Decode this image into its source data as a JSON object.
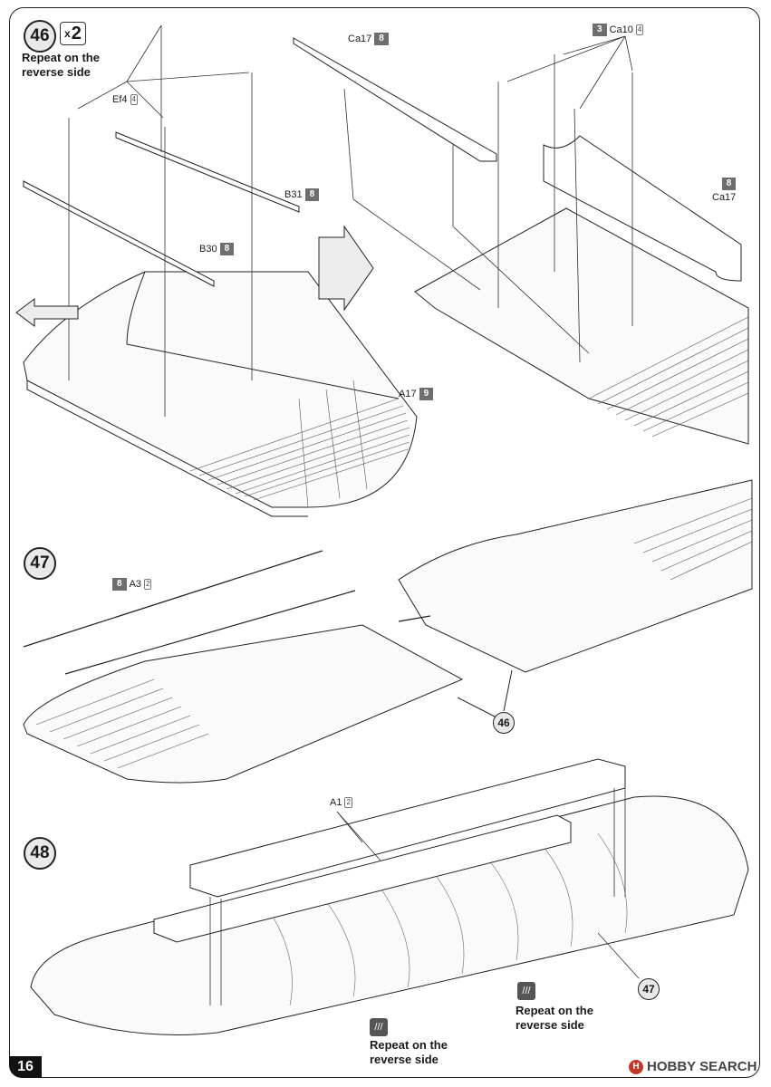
{
  "page_number": "16",
  "watermark": "HOBBY SEARCH",
  "watermark_logo_letter": "H",
  "steps": [
    {
      "number": "46",
      "multiplier_prefix": "x",
      "multiplier_value": "2",
      "note": "Repeat on the reverse side",
      "labels": [
        {
          "part": "Ef4",
          "qty": "4",
          "badge": ""
        },
        {
          "part": "B31",
          "qty": "",
          "badge": "8"
        },
        {
          "part": "B30",
          "qty": "",
          "badge": "8"
        },
        {
          "part": "A17",
          "qty": "",
          "badge": "9"
        },
        {
          "part": "Ca17",
          "qty": "",
          "badge": "8"
        },
        {
          "part": "Ca10",
          "qty": "4",
          "badge": "3"
        },
        {
          "part": "Ca17",
          "qty": "",
          "badge": "8"
        }
      ]
    },
    {
      "number": "47",
      "labels": [
        {
          "part": "A3",
          "qty": "2",
          "badge": "8"
        }
      ],
      "ref_circle": "46"
    },
    {
      "number": "48",
      "labels": [
        {
          "part": "A1",
          "qty": "2",
          "badge": ""
        }
      ],
      "ref_circle": "47",
      "notes": [
        "Repeat on the reverse side",
        "Repeat on the reverse side"
      ]
    }
  ],
  "colors": {
    "badge": "#6e6e6e",
    "circle_fill": "#e9e9e9",
    "ink": "#222222"
  },
  "icons": [
    "arrow-left-icon",
    "arrow-right-icon",
    "reverse-side-icon"
  ]
}
